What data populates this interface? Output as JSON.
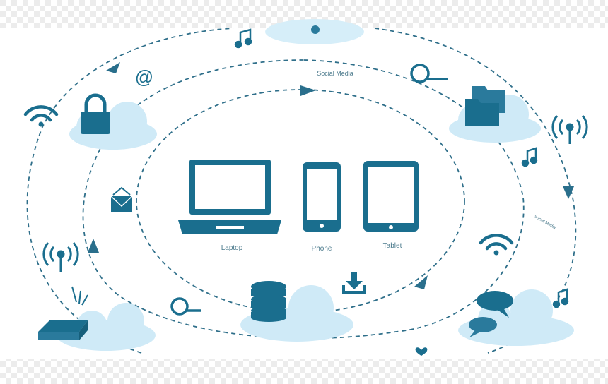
{
  "devices": {
    "laptop_label": "Laptop",
    "phone_label": "Phone",
    "tablet_label": "Tablet"
  },
  "rings": {
    "middle_label": "Social Media",
    "outer_label": "Social Media"
  },
  "icons": {
    "at_sign": "@"
  },
  "colors": {
    "primary": "#1a6e8e",
    "icon_fill": "#2a7a9c",
    "cloud": "#c9e8f6",
    "cloud_light": "#e4f4fb",
    "background_check": "#e9e9e9",
    "dashed_line": "#2f6f8a"
  }
}
